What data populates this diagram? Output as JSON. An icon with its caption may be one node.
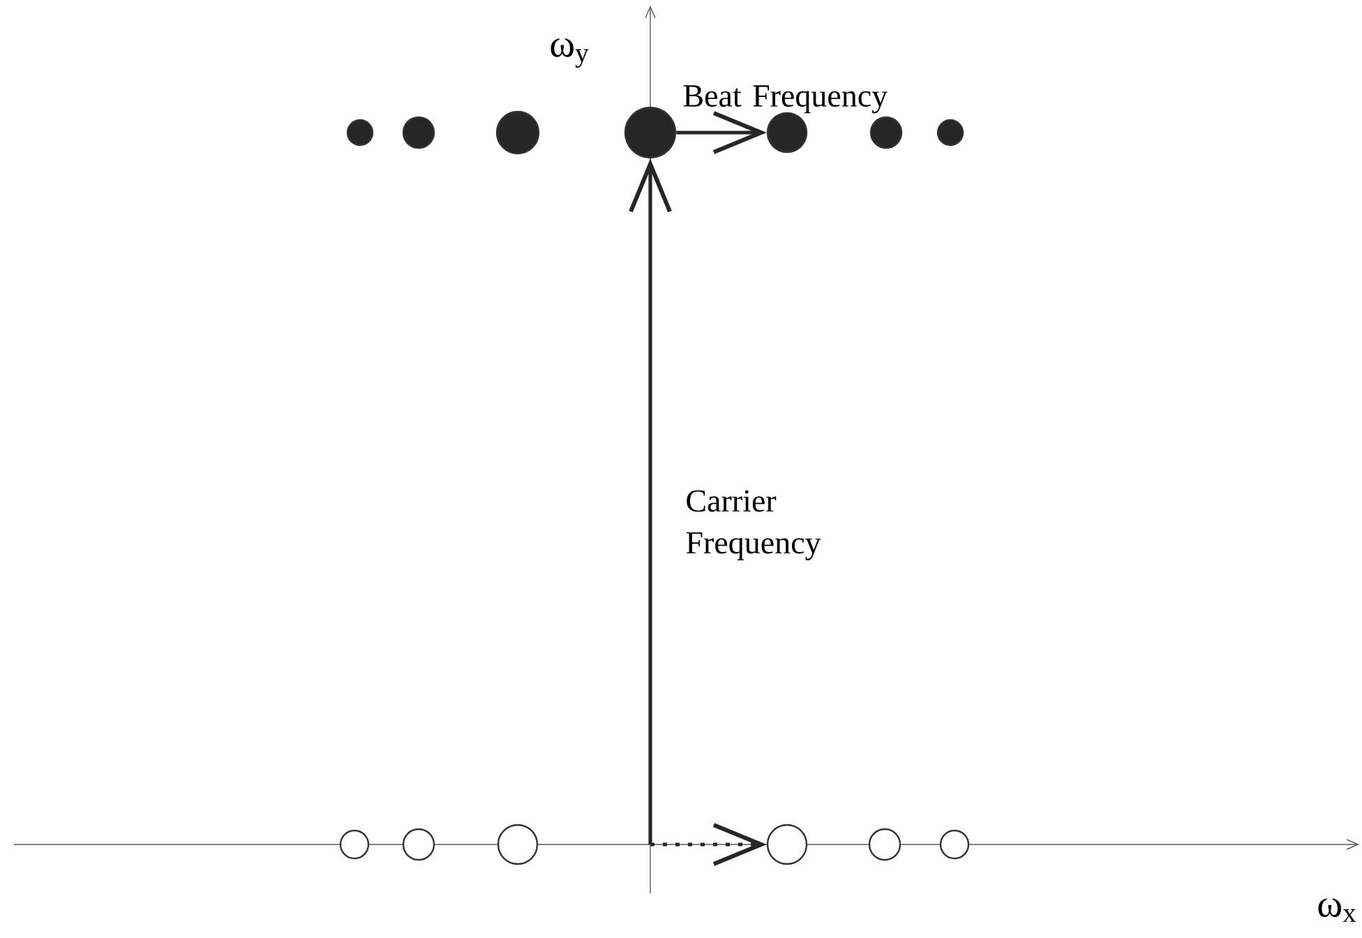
{
  "diagram": {
    "nodes": [
      {
        "text": [],
        "shape": "circle"
      },
      {
        "text": [],
        "shape": "circle"
      },
      {
        "text": [],
        "shape": "circle"
      },
      {
        "text": [],
        "shape": "circle"
      },
      {
        "text": [],
        "shape": "circle"
      },
      {
        "text": [],
        "shape": "circle"
      },
      {
        "text": [],
        "shape": "circle"
      },
      {
        "text": [],
        "shape": "circle"
      },
      {
        "text": [],
        "shape": "circle"
      },
      {
        "text": [],
        "shape": "circle"
      },
      {
        "text": [],
        "shape": "circle"
      },
      {
        "text": [],
        "shape": "circle"
      },
      {
        "text": [],
        "shape": "circle"
      }
    ],
    "edges": [
      {
        "from": null,
        "to": 3,
        "arrow": "to",
        "label": "Carrier Frequency"
      },
      {
        "from": 3,
        "to": 4,
        "arrow": "to",
        "label": "Beat Frequency"
      },
      {
        "from": null,
        "to": 10,
        "arrow": "to",
        "style": "dashed"
      }
    ],
    "labels": [
      "ω$_{y}$",
      "ω$_{x}$"
    ]
  }
}
